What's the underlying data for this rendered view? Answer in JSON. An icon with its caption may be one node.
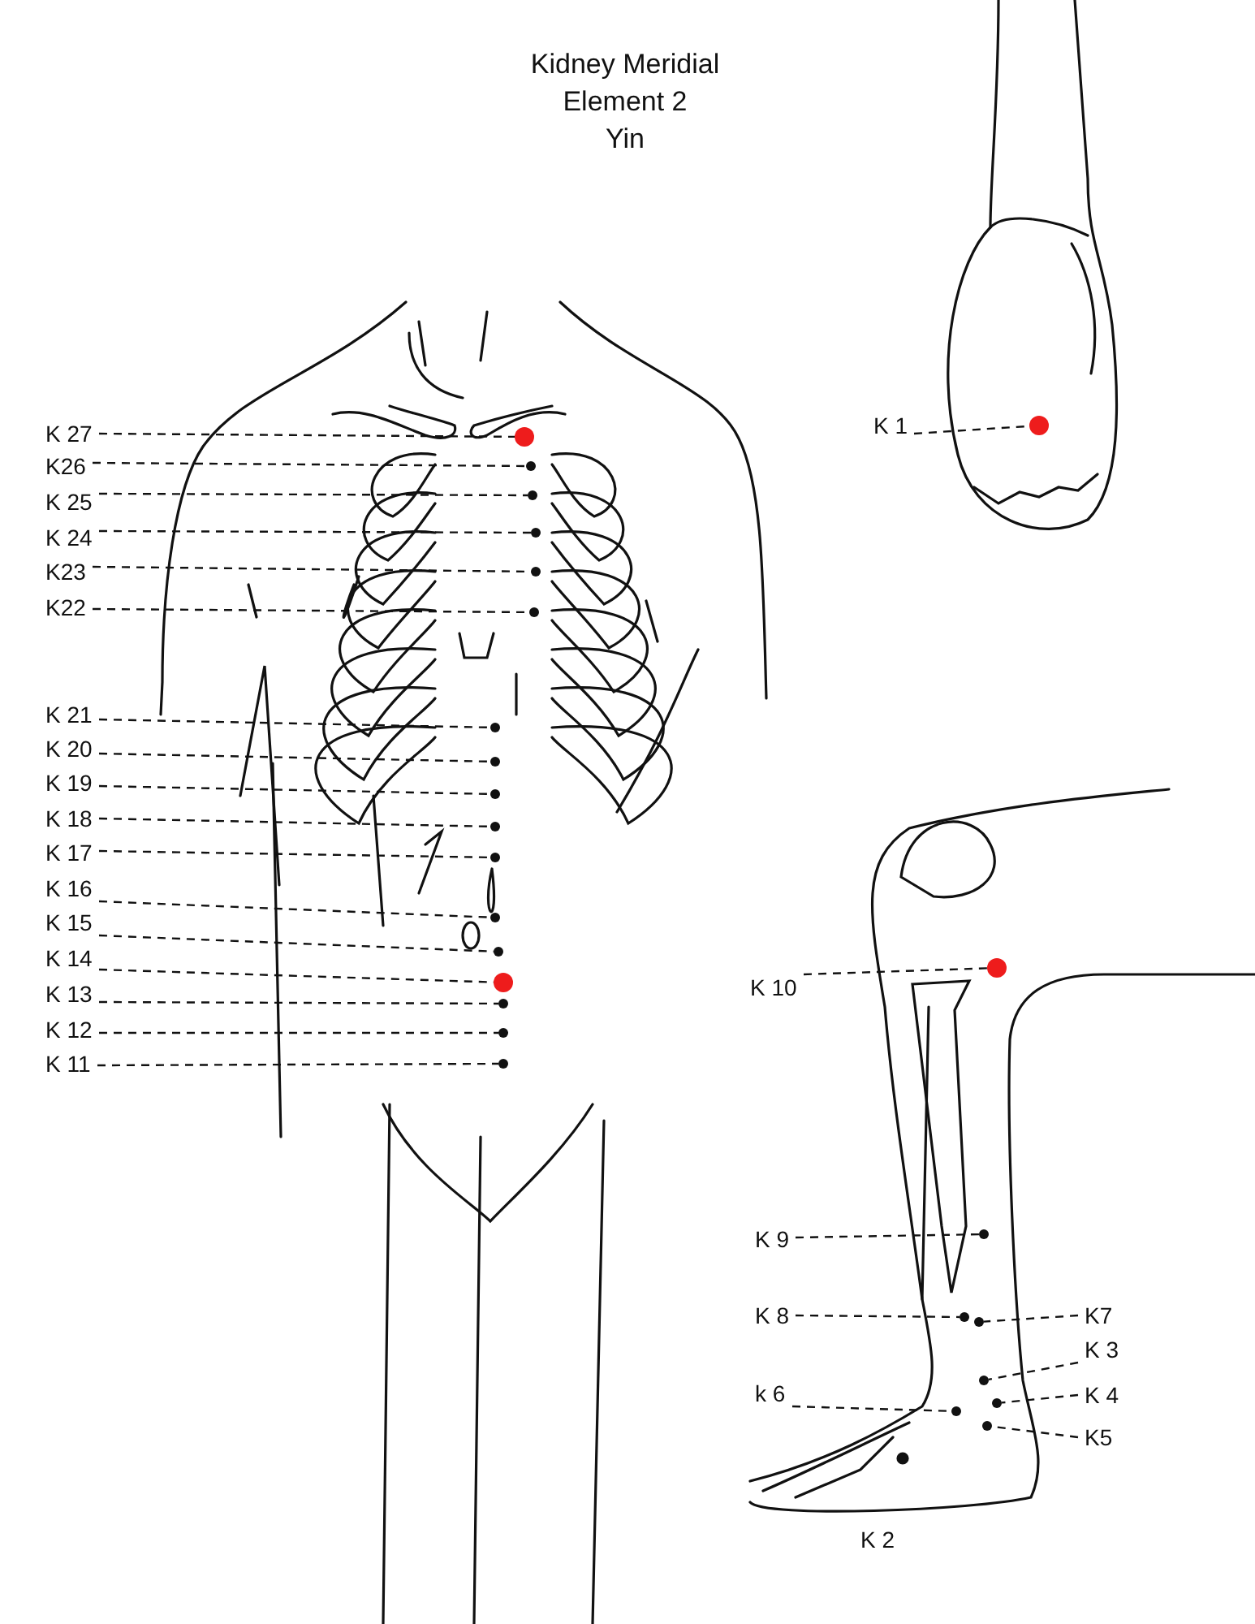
{
  "diagram": {
    "title": "Kidney Meridial",
    "nodes": [
      {
        "text": [
          "K 27"
        ]
      },
      {
        "text": [],
        "shape": "circle"
      },
      {
        "text": [
          "K26"
        ]
      },
      {
        "text": [],
        "shape": "circle"
      },
      {
        "text": [
          "K 25"
        ]
      },
      {
        "text": [],
        "shape": "circle"
      },
      {
        "text": [
          "K 24"
        ]
      },
      {
        "text": [],
        "shape": "circle"
      },
      {
        "text": [
          "K23"
        ]
      },
      {
        "text": [],
        "shape": "circle"
      },
      {
        "text": [
          "K22"
        ]
      },
      {
        "text": [],
        "shape": "circle"
      },
      {
        "text": [
          "K 21"
        ]
      },
      {
        "text": [],
        "shape": "circle"
      },
      {
        "text": [
          "K 20"
        ]
      },
      {
        "text": [],
        "shape": "circle"
      },
      {
        "text": [
          "K 19"
        ]
      },
      {
        "text": [],
        "shape": "circle"
      },
      {
        "text": [
          "K 18"
        ]
      },
      {
        "text": [],
        "shape": "circle"
      },
      {
        "text": [
          "K 17"
        ]
      },
      {
        "text": [],
        "shape": "circle"
      },
      {
        "text": [
          "K 16"
        ]
      },
      {
        "text": [],
        "shape": "circle"
      },
      {
        "text": [
          "K 15"
        ]
      },
      {
        "text": [],
        "shape": "circle"
      },
      {
        "text": [
          "K 14"
        ]
      },
      {
        "text": [],
        "shape": "circle"
      },
      {
        "text": [
          "K 13"
        ]
      },
      {
        "text": [],
        "shape": "circle"
      },
      {
        "text": [
          "K 12"
        ]
      },
      {
        "text": [],
        "shape": "circle"
      },
      {
        "text": [
          "K 11"
        ]
      },
      {
        "text": [],
        "shape": "circle"
      },
      {
        "text": [
          "K 1"
        ]
      },
      {
        "text": [],
        "shape": "circle"
      },
      {
        "text": [
          "K 10"
        ]
      },
      {
        "text": [],
        "shape": "circle"
      },
      {
        "text": [
          "K 9"
        ]
      },
      {
        "text": [],
        "shape": "circle"
      },
      {
        "text": [
          "K 8"
        ]
      },
      {
        "text": [],
        "shape": "circle"
      },
      {
        "text": [
          "K7"
        ]
      },
      {
        "text": [],
        "shape": "circle"
      },
      {
        "text": [
          "K 3"
        ]
      },
      {
        "text": [],
        "shape": "circle"
      },
      {
        "text": [
          "K 4"
        ]
      },
      {
        "text": [],
        "shape": "circle"
      },
      {
        "text": [
          "k 6"
        ]
      },
      {
        "text": [],
        "shape": "circle"
      },
      {
        "text": [
          "K5"
        ]
      },
      {
        "text": [],
        "shape": "circle"
      }
    ],
    "edges": [
      {
        "from": 0,
        "to": 1,
        "arrow": "none",
        "style": "dashed"
      },
      {
        "from": 2,
        "to": 3,
        "arrow": "none",
        "style": "dashed"
      },
      {
        "from": 4,
        "to": 5,
        "arrow": "none",
        "style": "dashed"
      },
      {
        "from": 6,
        "to": 7,
        "arrow": "none",
        "style": "dashed"
      },
      {
        "from": 8,
        "to": 9,
        "arrow": "none",
        "style": "dashed"
      },
      {
        "from": 10,
        "to": 11,
        "arrow": "none",
        "style": "dashed"
      },
      {
        "from": 12,
        "to": 13,
        "arrow": "none",
        "style": "dashed"
      },
      {
        "from": 14,
        "to": 15,
        "arrow": "none",
        "style": "dashed"
      },
      {
        "from": 16,
        "to": 17,
        "arrow": "none",
        "style": "dashed"
      },
      {
        "from": 18,
        "to": 19,
        "arrow": "none",
        "style": "dashed"
      },
      {
        "from": 20,
        "to": 21,
        "arrow": "none",
        "style": "dashed"
      },
      {
        "from": 22,
        "to": 23,
        "arrow": "none",
        "style": "dashed"
      },
      {
        "from": 24,
        "to": 25,
        "arrow": "none",
        "style": "dashed"
      },
      {
        "from": 26,
        "to": 27,
        "arrow": "none",
        "style": "dashed"
      },
      {
        "from": 28,
        "to": 29,
        "arrow": "none",
        "style": "dashed"
      },
      {
        "from": 30,
        "to": 31,
        "arrow": "none",
        "style": "dashed"
      },
      {
        "from": 32,
        "to": 33,
        "arrow": "none",
        "style": "dashed"
      },
      {
        "from": 34,
        "to": 35,
        "arrow": "none",
        "style": "dashed"
      },
      {
        "from": 36,
        "to": 37,
        "arrow": "none",
        "style": "dashed"
      },
      {
        "from": 38,
        "to": 39,
        "arrow": "none",
        "style": "dashed"
      },
      {
        "from": 40,
        "to": 41,
        "arrow": "none",
        "style": "dashed"
      },
      {
        "from": 42,
        "to": 43,
        "arrow": "none",
        "style": "dashed"
      },
      {
        "from": 44,
        "to": 45,
        "arrow": "none",
        "style": "dashed"
      },
      {
        "from": 46,
        "to": 47,
        "arrow": "none",
        "style": "dashed"
      },
      {
        "from": 48,
        "to": 49,
        "arrow": "none",
        "style": "dashed"
      },
      {
        "from": 50,
        "to": 51,
        "arrow": "none",
        "style": "dashed"
      }
    ],
    "labels": [
      "Element 2",
      "Yin",
      "K 2"
    ]
  }
}
